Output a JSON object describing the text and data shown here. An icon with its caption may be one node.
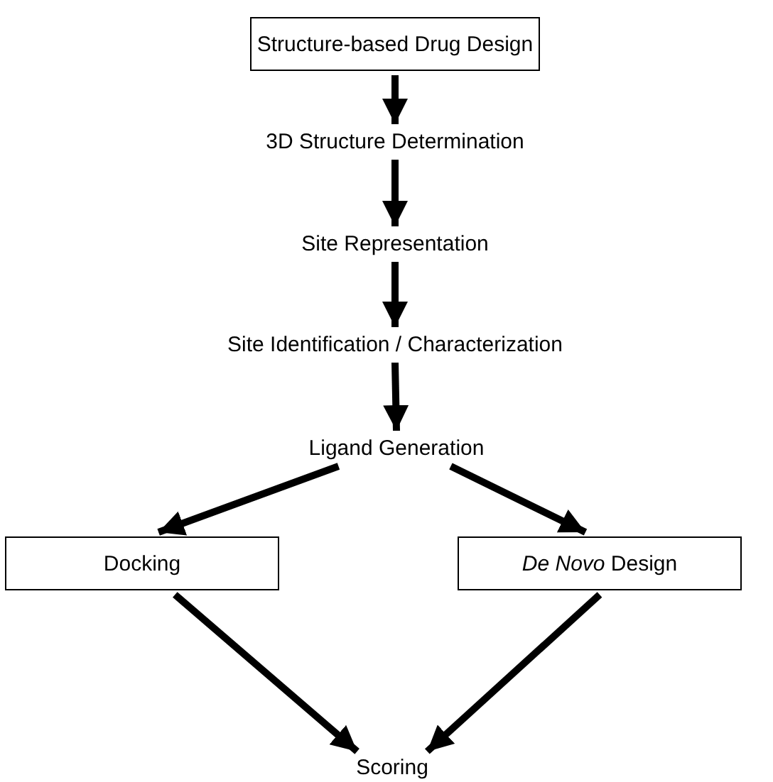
{
  "diagram": {
    "nodes": [
      {
        "text": [
          "Structure-based Drug Design"
        ]
      },
      {
        "text": [
          "3D Structure Determination"
        ]
      },
      {
        "text": [
          "Site Representation"
        ]
      },
      {
        "text": [
          "Site Identification / Characterization"
        ]
      },
      {
        "text": [
          "Ligand Generation"
        ]
      },
      {
        "text": [
          "Docking"
        ]
      },
      {
        "text": [
          "*De Novo* Design"
        ]
      },
      {
        "text": [
          "Scoring"
        ]
      }
    ],
    "edges": [
      {
        "from": 0,
        "to": 1,
        "arrow": "to"
      },
      {
        "from": 1,
        "to": 2,
        "arrow": "to"
      },
      {
        "from": 2,
        "to": 3,
        "arrow": "to"
      },
      {
        "from": 3,
        "to": 4,
        "arrow": "to"
      },
      {
        "from": 4,
        "to": 5,
        "arrow": "to"
      },
      {
        "from": 4,
        "to": 6,
        "arrow": "to"
      },
      {
        "from": 5,
        "to": 7,
        "arrow": "to"
      },
      {
        "from": 6,
        "to": 7,
        "arrow": "to"
      }
    ]
  }
}
